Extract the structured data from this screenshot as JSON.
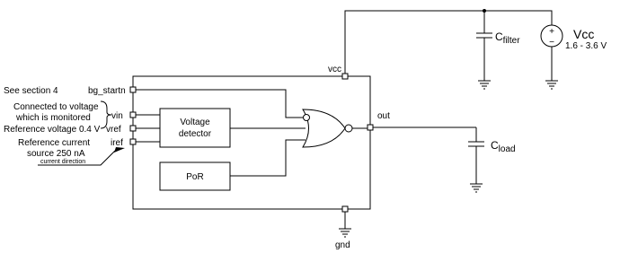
{
  "annotations": {
    "section": "See section 4",
    "connected_line1": "Connected to voltage",
    "connected_line2": "which is monitored",
    "ref_voltage": "Reference voltage 0.4 V",
    "ref_current_line1": "Reference current",
    "ref_current_line2": "source 250 nA",
    "current_direction": "current direction"
  },
  "pins": {
    "bg_startn": "bg_startn",
    "vin": "vin",
    "vref": "vref",
    "iref": "iref",
    "vcc": "vcc",
    "out": "out",
    "gnd": "gnd"
  },
  "blocks": {
    "voltage_detector_line1": "Voltage",
    "voltage_detector_line2": "detector",
    "por": "PoR"
  },
  "components": {
    "c_filter_main": "C",
    "c_filter_sub": "filter",
    "c_load_main": "C",
    "c_load_sub": "load",
    "vcc_label": "Vcc",
    "vcc_range": "1.6 - 3.6 V",
    "plus": "+",
    "minus": "−"
  }
}
